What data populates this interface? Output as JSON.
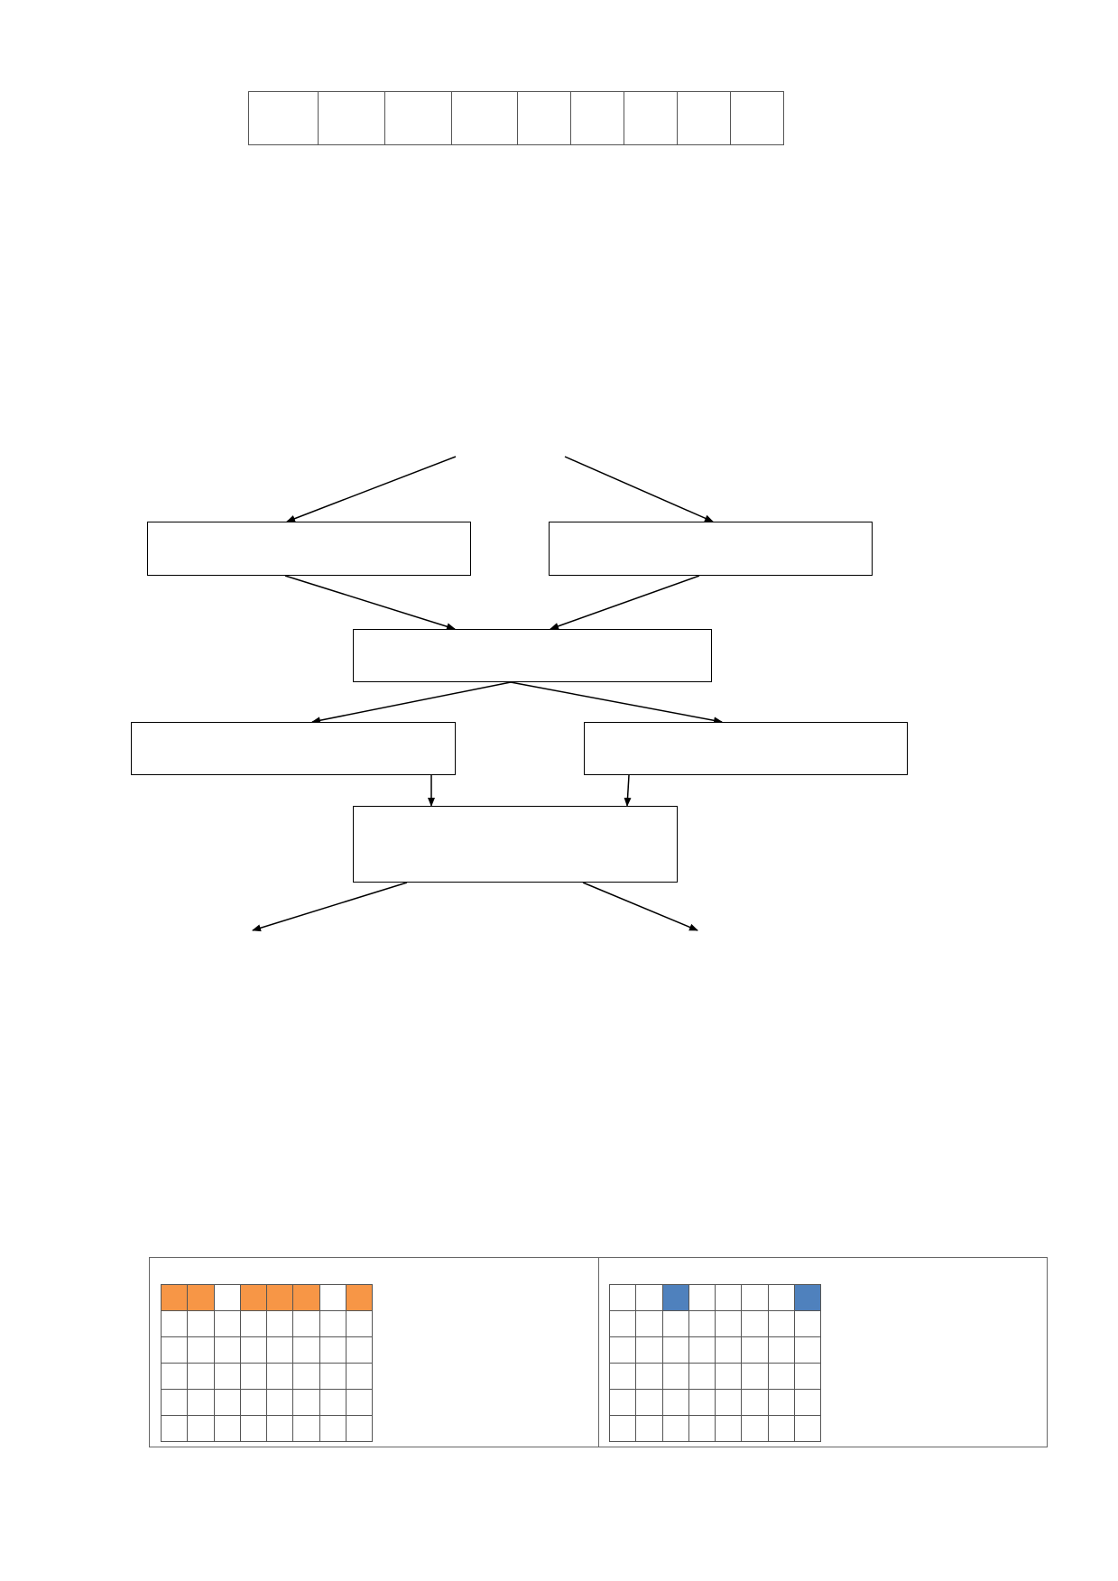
{
  "diagram": {
    "top_row_cells": 9,
    "boxes": [
      {
        "id": "box-top-left",
        "label": ""
      },
      {
        "id": "box-top-right",
        "label": ""
      },
      {
        "id": "box-center",
        "label": ""
      },
      {
        "id": "box-mid-left",
        "label": ""
      },
      {
        "id": "box-mid-right",
        "label": ""
      },
      {
        "id": "box-bottom",
        "label": ""
      }
    ]
  },
  "grids": {
    "left": {
      "rows": 6,
      "cols": 8,
      "highlight_color": "#f79646",
      "highlighted_first_row_cols": [
        0,
        1,
        3,
        4,
        5,
        7
      ]
    },
    "right": {
      "rows": 6,
      "cols": 8,
      "highlight_color": "#4f81bd",
      "highlighted_first_row_cols": [
        2,
        7
      ]
    }
  }
}
